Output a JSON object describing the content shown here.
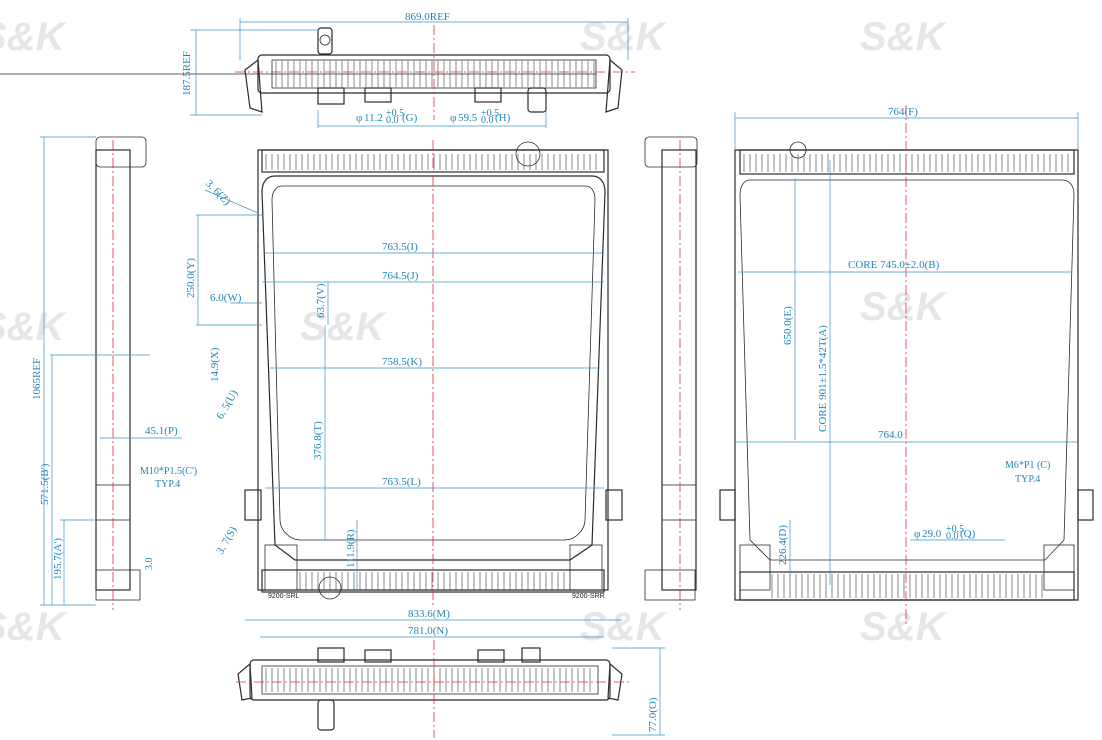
{
  "watermark": "S&K",
  "dimensions": {
    "top_view": {
      "width": "869.0REF",
      "height": "187.5REF",
      "g": "11.2",
      "h": "59.5"
    },
    "front_view": {
      "z": "3. 6(Z)",
      "y": "250.0(Y)",
      "w": "6.0(W)",
      "x": "14.9(X)",
      "u": "6. 5(U)",
      "s": "3. 7(S)",
      "i": "763.5(I)",
      "j": "764.5(J)",
      "v": "63.7(V)",
      "k": "758.5(K)",
      "t": "376.8(T)",
      "l": "763.5(L)",
      "r": "111.9(R)",
      "label_left": "9200-SRL",
      "label_right": "9200-SRR"
    },
    "left_side": {
      "height": "1065REF",
      "b": "571.5(B')",
      "a": "195.7(A')",
      "p": "45.1(P)",
      "c": "M10*P1.5(C')",
      "typ": "TYP.4",
      "o": "3.0"
    },
    "rear_view": {
      "f": "764(F)",
      "core_w": "CORE 745.0±2.0(B)",
      "e": "650.0(E)",
      "core_h": "CORE 901±1.5*42T(A)",
      "w764": "764.0",
      "m6": "M6*P1 (C)",
      "typ": "TYP.4",
      "d": "226.4(D)",
      "q": "29.0"
    },
    "bottom_view": {
      "m": "833.6(M)",
      "n": "781.0(N)",
      "o": "77.0(O)"
    }
  },
  "tolerances": {
    "plus": "+0.5",
    "zero": "0.0"
  },
  "symbols": {
    "phi": "φ"
  }
}
